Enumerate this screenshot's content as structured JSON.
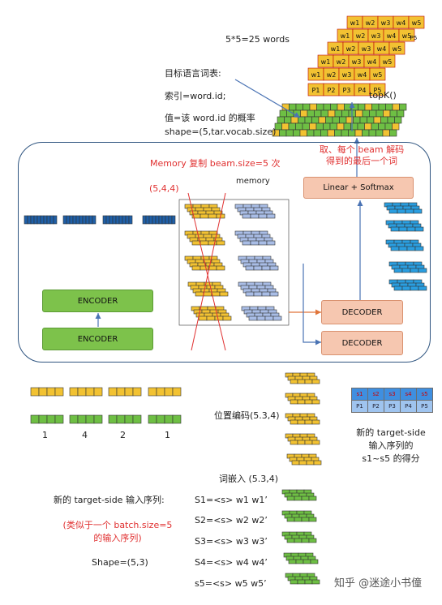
{
  "top_label": "5*5=25 words",
  "vocab_text": {
    "title": "目标语言词表:",
    "index": "索引=word.id;",
    "value": "值=该 word.id 的概率",
    "shape": "shape=(5,tar.vocab.size)"
  },
  "topk_label": "topK()",
  "word_stack": {
    "w_labels": [
      "w1",
      "w2",
      "w3",
      "w4",
      "w5"
    ],
    "p_labels": [
      "P1",
      "P2",
      "P3",
      "P4",
      "P5"
    ],
    "p5_partial": "P5"
  },
  "pick_text": "取、每个 beam 解码\n得到的最后一个词",
  "memory_copy_text": "Memory 复制 beam.size=5 次",
  "memory_shape": "(5,4,4)",
  "memory_label": "memory",
  "linear_label": "Linear + Softmax",
  "encoder_label": "ENCODER",
  "decoder_label": "DECODER",
  "positional_label": "位置编码(5.3,4)",
  "embedding_label": "词嵌入 (5.3,4)",
  "sequence_numbers": [
    "1",
    "4",
    "2",
    "1"
  ],
  "score_table": {
    "row1": [
      "s1",
      "s2",
      "s3",
      "s4",
      "s5"
    ],
    "row2": [
      "P1",
      "P2",
      "P3",
      "P4",
      "P5"
    ]
  },
  "score_caption": "新的 target-side\n输入序列的\ns1~s5 的得分",
  "new_seq_title": "新的 target-side 输入序列:",
  "new_seq_note": "(类似于一个 batch.size=5\n的输入序列)",
  "new_seq_shape": "Shape=(5,3)",
  "sequences": [
    "S1=<s>  w1  w1’",
    "S2=<s>  w2  w2’",
    "S3=<s>  w3  w3’",
    "S4=<s>  w4  w4’",
    "s5=<s>  w5  w5’"
  ],
  "watermark": "知乎 @迷途小书僮",
  "colors": {
    "blue_dark": "#1f5fa8",
    "blue_light": "#2a9ee0",
    "yellow": "#f2c232",
    "green": "#6ebf44",
    "lavender": "#a9bde6",
    "red_line": "#e03030",
    "arrow_blue": "#4a73b4",
    "arrow_orange": "#e0753a"
  }
}
